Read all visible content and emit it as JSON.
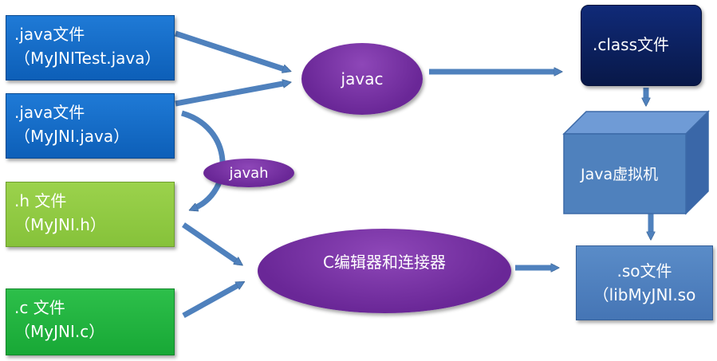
{
  "sources": [
    {
      "name": ".java文件",
      "file": "（MyJNITest.java）"
    },
    {
      "name": ".java文件",
      "file": "（MyJNI.java）"
    },
    {
      "name": ".h 文件",
      "file": "（MyJNI.h）"
    },
    {
      "name": ".c 文件",
      "file": "（MyJNI.c）"
    }
  ],
  "tools": {
    "javac": "javac",
    "javah": "javah",
    "c_compiler": "C编辑器和连接器"
  },
  "outputs": {
    "class_file": ".class文件",
    "jvm": "Java虚拟机",
    "so_name": ".so文件",
    "so_file": "（libMyJNI.so"
  },
  "colors": {
    "arrow": "#4f81bd",
    "ellipse": "#7030a0",
    "blue_box": "#0d6ccb",
    "light_green_box": "#92d050",
    "green_box": "#22b040",
    "class_box": "#0a1d5f",
    "so_box": "#4f81bd"
  }
}
